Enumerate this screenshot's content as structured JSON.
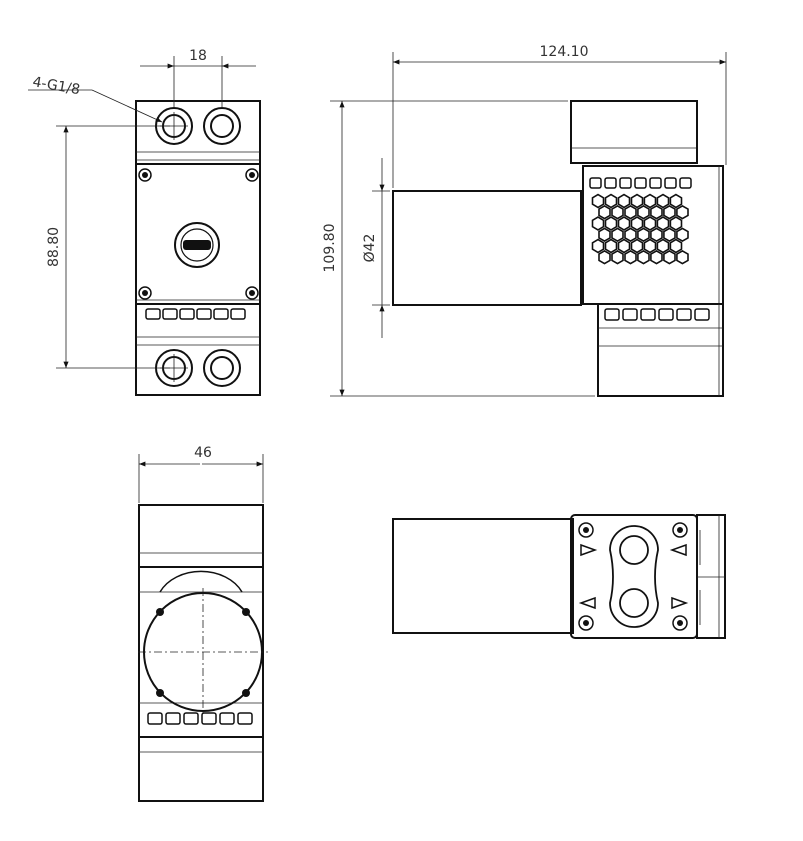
{
  "dimensions": {
    "port_spacing": "18",
    "port_callout": "4-G1/8",
    "port_center_height": "88.80",
    "overall_length": "124.10",
    "overall_height": "109.80",
    "motor_diameter": "Ø42",
    "width": "46"
  }
}
